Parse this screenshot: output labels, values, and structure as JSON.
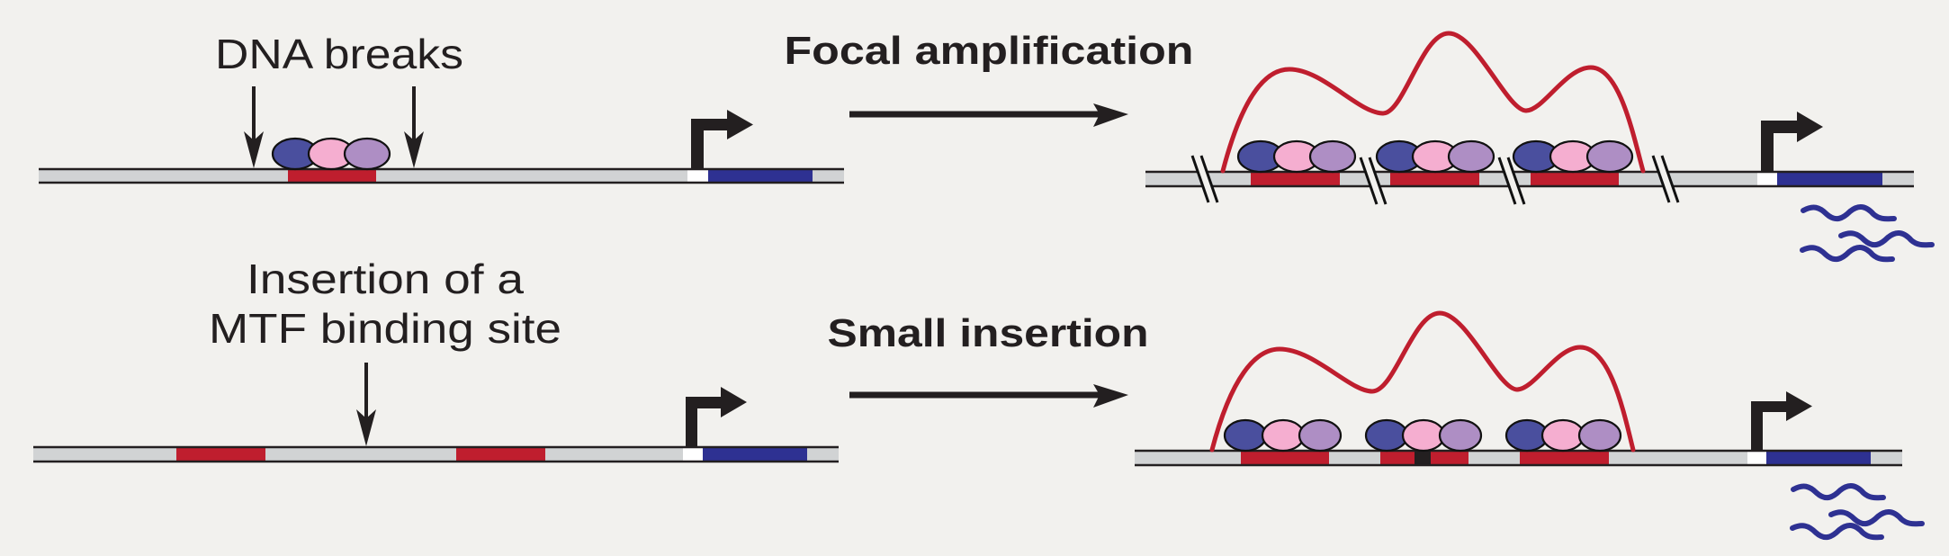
{
  "figure": {
    "background_color": "#f2f1ee",
    "colors": {
      "dna": "#d1d3d4",
      "mtf_binding_site": "#bf1e2e",
      "gene": "#2e3192",
      "tss": "#ffffff",
      "inserted_base": "#231f20",
      "tf_1": "#4a4f9e",
      "tf_2": "#f5aed0",
      "tf_3": "#ae8ec4",
      "enhancer_signal": "#bf1e2e",
      "transcripts": "#2e3192"
    },
    "top_row": {
      "left_label": "DNA breaks",
      "transition_label": "Focal amplification",
      "break_arrow_count": 2,
      "before_binding_sites": 1,
      "after_binding_sites": 3,
      "after_break_marks": 4,
      "transcript_count": 3
    },
    "bottom_row": {
      "left_label_line1": "Insertion of a",
      "left_label_line2": "MTF binding site",
      "transition_label": "Small insertion",
      "insertion_arrow_count": 1,
      "before_binding_sites": 2,
      "after_binding_sites": 3,
      "transcript_count": 3
    }
  }
}
